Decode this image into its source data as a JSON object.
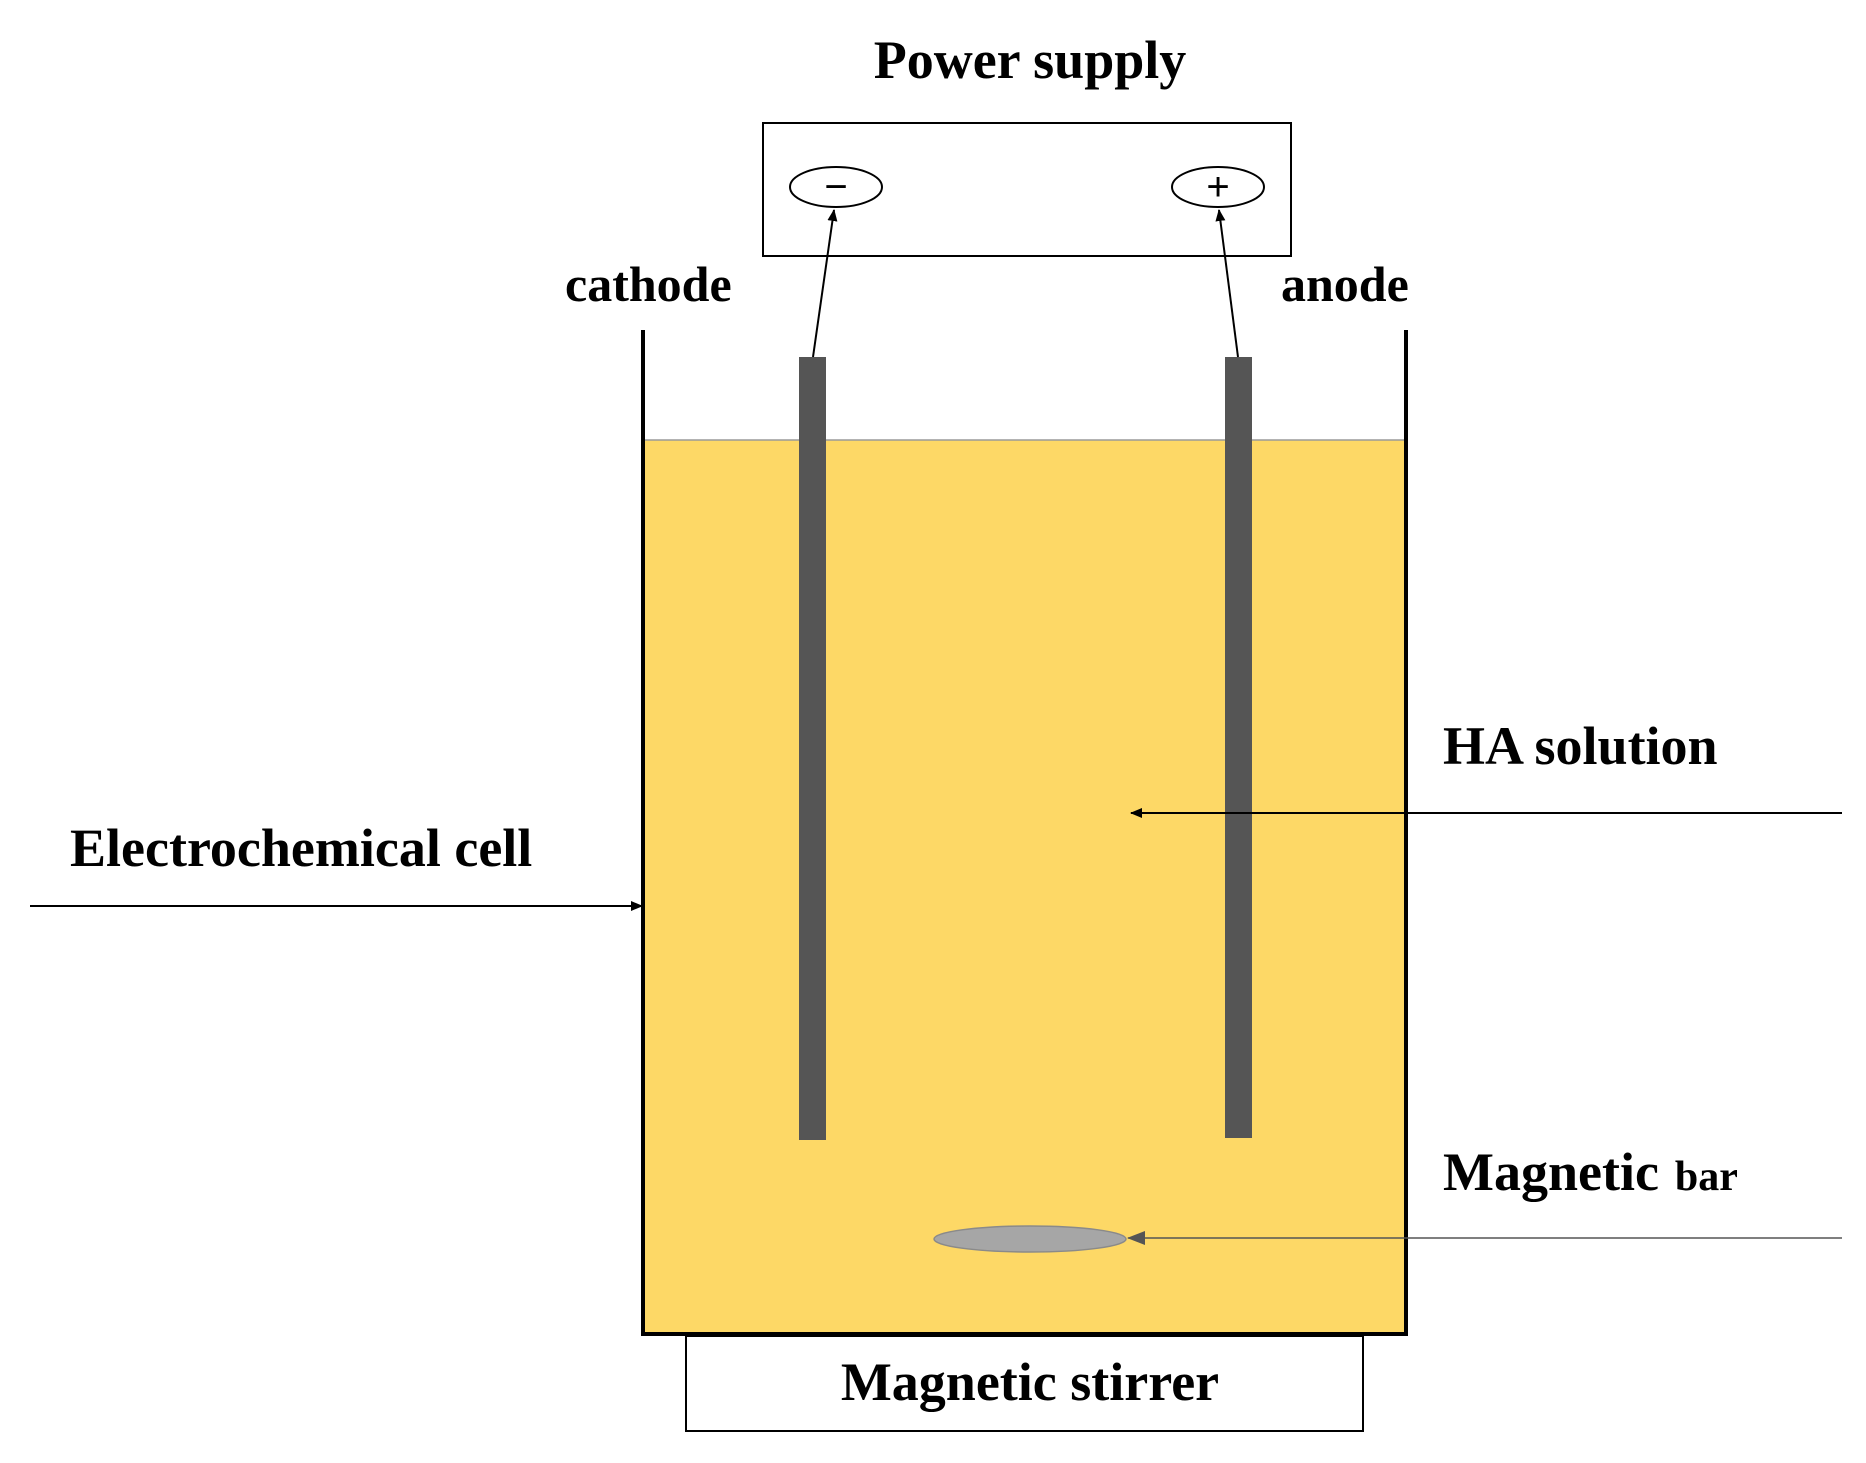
{
  "labels": {
    "power_supply": "Power supply",
    "cathode": "cathode",
    "anode": "anode",
    "ha_solution": "HA solution",
    "electrochemical_cell": "Electrochemical cell",
    "magnetic": "Magnetic",
    "bar": "bar",
    "magnetic_stirrer": "Magnetic stirrer"
  },
  "terminals": {
    "negative": "−",
    "positive": "+"
  },
  "colors": {
    "solution": "#FDD866",
    "electrode": "#555555",
    "magnetic_bar": "#A6A6A6",
    "line": "#000000"
  }
}
